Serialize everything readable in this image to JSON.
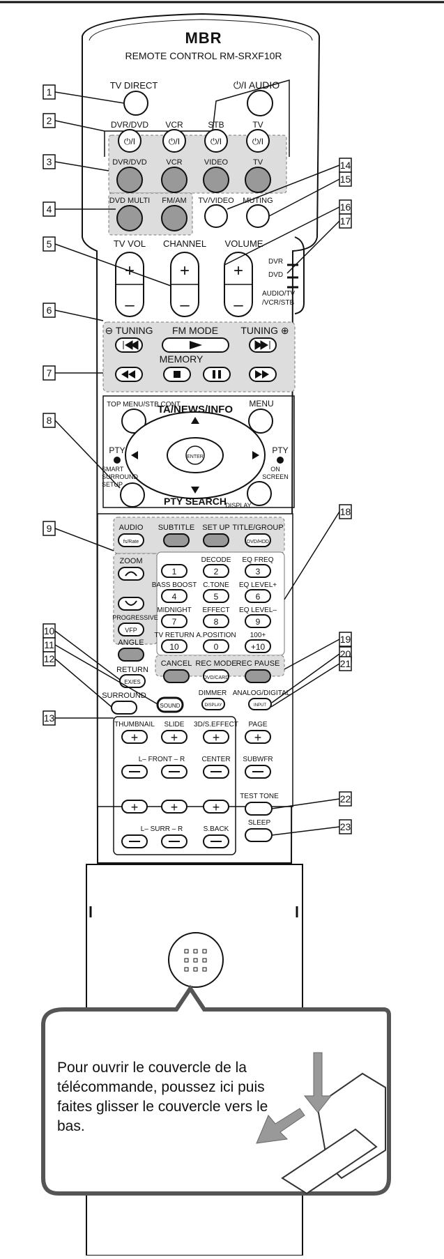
{
  "brand": "MBR",
  "model_line": "REMOTE CONTROL RM-SRXF10R",
  "callouts": [
    "1",
    "2",
    "3",
    "4",
    "5",
    "6",
    "7",
    "8",
    "9",
    "10",
    "11",
    "12",
    "13",
    "14",
    "15",
    "16",
    "17",
    "18",
    "19",
    "20",
    "21",
    "22",
    "23"
  ],
  "top_buttons": {
    "tv_direct": "TV DIRECT",
    "audio_power": "⏻/I AUDIO",
    "power_sources": [
      "DVR/DVD",
      "VCR",
      "STB",
      "TV"
    ],
    "power_symbol": "⏻/I",
    "source_buttons": [
      "DVR/DVD",
      "VCR",
      "VIDEO",
      "TV"
    ],
    "dvd_multi": "DVD MULTI",
    "fm_am": "FM/AM",
    "tv_video": "TV/VIDEO",
    "muting": "MUTING"
  },
  "volume": {
    "tv_vol": "TV VOL",
    "channel": "CHANNEL",
    "volume": "VOLUME",
    "plus": "+",
    "minus": "–",
    "switch_positions": [
      "DVR",
      "DVD",
      "AUDIO/TV",
      "/VCR/STB"
    ]
  },
  "transport": {
    "tuning_minus": "⊖ TUNING",
    "fm_mode": "FM MODE",
    "tuning_plus": "TUNING ⊕",
    "memory": "MEMORY"
  },
  "navigation": {
    "top_menu": "TOP MENU/STB CONT",
    "menu": "MENU",
    "ta_news_info": "TA/NEWS/INFO",
    "enter": "ENTER",
    "pty_minus": "PTY",
    "pty_plus": "PTY",
    "smart_surround": [
      "SMART",
      "SURROUND",
      "SETUP"
    ],
    "on_screen": [
      "ON",
      "SCREEN"
    ],
    "pty_search": "PTY SEARCH",
    "display": "DISPLAY"
  },
  "lower_panel": {
    "row1": [
      "AUDIO",
      "SUBTITLE",
      "SET UP",
      "TITLE/GROUP"
    ],
    "fs_rate": "fs/Rate",
    "dvd_hdd": "DVD/HDD",
    "zoom": "ZOOM",
    "progressive": "PROGRESSIVE",
    "vfp": "VFP",
    "angle": "ANGLE",
    "return": "RETURN",
    "ex_es": "EX/ES",
    "number_labels": [
      "",
      "DECODE",
      "EQ FREQ",
      "BASS BOOST",
      "C.TONE",
      "EQ LEVEL+",
      "MIDNIGHT",
      "EFFECT",
      "EQ LEVEL–",
      "TV RETURN",
      "A.POSITION",
      "100+"
    ],
    "number_keys": [
      "1",
      "2",
      "3",
      "4",
      "5",
      "6",
      "7",
      "8",
      "9",
      "10",
      "0",
      "+10"
    ],
    "cancel": "CANCEL",
    "rec_mode": "REC MODE",
    "dvd_card": "DVD/CARD",
    "rec_pause": "REC PAUSE",
    "surround": "SURROUND",
    "sound": "SOUND",
    "dimmer": "DIMMER",
    "display_small": "DISPLAY",
    "analog_digital": "ANALOG/DIGITAL",
    "input": "INPUT",
    "level_top": [
      "THUMBNAIL",
      "SLIDE",
      "3D/S.EFFECT",
      "PAGE"
    ],
    "front_label": "L– FRONT – R",
    "center": "CENTER",
    "subwfr": "SUBWFR",
    "surr_label": "L– SURR – R",
    "sback": "S.BACK",
    "test_tone": "TEST TONE",
    "sleep": "SLEEP"
  },
  "instruction": "Pour ouvrir le couvercle de la télécommande, poussez ici puis faites glisser le couvercle vers le bas."
}
